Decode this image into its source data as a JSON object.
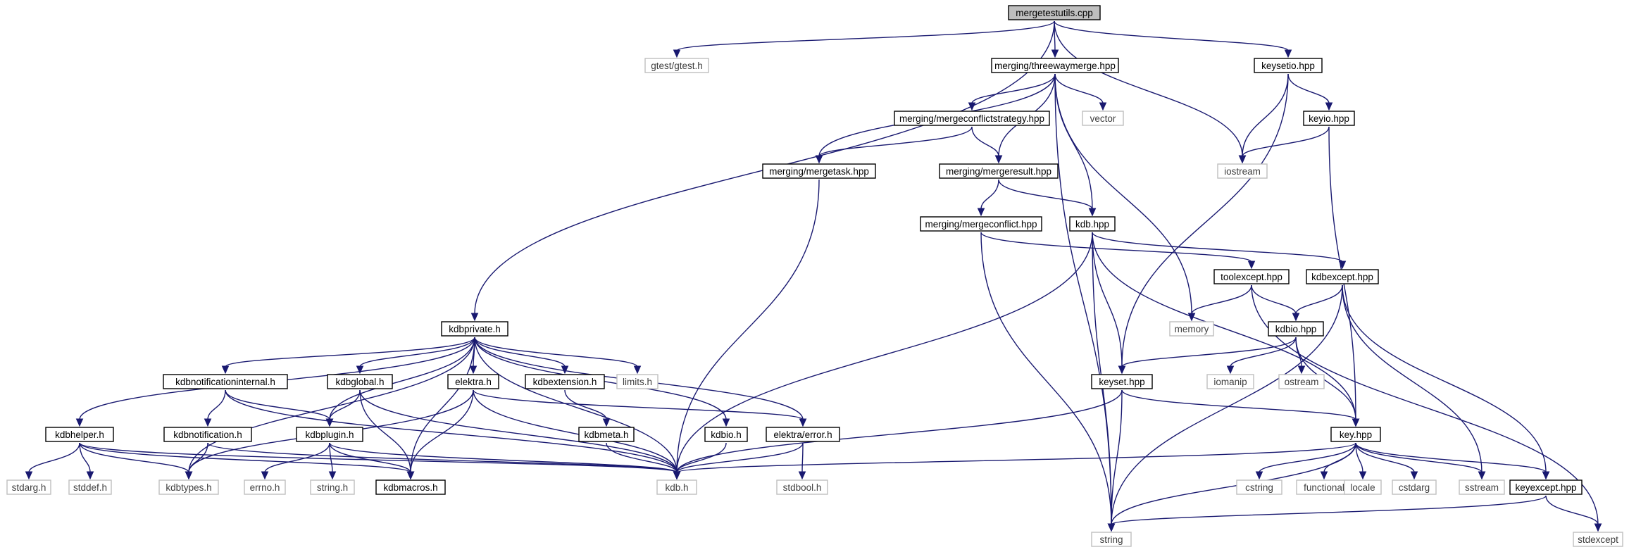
{
  "diagram": {
    "type": "include-dependency-graph",
    "colors": {
      "edge": "#191970",
      "root_fill": "#bfbfbf",
      "local_border": "#000000",
      "system_border": "#bfbfbf"
    },
    "nodes": [
      {
        "id": "root",
        "label": "mergetestutils.cpp",
        "kind": "root"
      },
      {
        "id": "gtest",
        "label": "gtest/gtest.h",
        "kind": "system"
      },
      {
        "id": "threeway",
        "label": "merging/threewaymerge.hpp",
        "kind": "local"
      },
      {
        "id": "keysetio",
        "label": "keysetio.hpp",
        "kind": "local"
      },
      {
        "id": "mcstrat",
        "label": "merging/mergeconflictstrategy.hpp",
        "kind": "local"
      },
      {
        "id": "vector",
        "label": "vector",
        "kind": "system"
      },
      {
        "id": "keyio",
        "label": "keyio.hpp",
        "kind": "local"
      },
      {
        "id": "mergetask",
        "label": "merging/mergetask.hpp",
        "kind": "local"
      },
      {
        "id": "mergeresult",
        "label": "merging/mergeresult.hpp",
        "kind": "local"
      },
      {
        "id": "iostream",
        "label": "iostream",
        "kind": "system"
      },
      {
        "id": "mergeconflict",
        "label": "merging/mergeconflict.hpp",
        "kind": "local"
      },
      {
        "id": "kdbhpp",
        "label": "kdb.hpp",
        "kind": "local"
      },
      {
        "id": "toolexcept",
        "label": "toolexcept.hpp",
        "kind": "local"
      },
      {
        "id": "kdbexcept",
        "label": "kdbexcept.hpp",
        "kind": "local"
      },
      {
        "id": "kdbprivate",
        "label": "kdbprivate.h",
        "kind": "local"
      },
      {
        "id": "memory",
        "label": "memory",
        "kind": "system"
      },
      {
        "id": "kdbiohpp",
        "label": "kdbio.hpp",
        "kind": "local"
      },
      {
        "id": "kdbnotifint",
        "label": "kdbnotificationinternal.h",
        "kind": "local"
      },
      {
        "id": "kdbglobal",
        "label": "kdbglobal.h",
        "kind": "local"
      },
      {
        "id": "elektra",
        "label": "elektra.h",
        "kind": "local"
      },
      {
        "id": "kdbextension",
        "label": "kdbextension.h",
        "kind": "local"
      },
      {
        "id": "limits",
        "label": "limits.h",
        "kind": "system"
      },
      {
        "id": "keyset",
        "label": "keyset.hpp",
        "kind": "local"
      },
      {
        "id": "iomanip",
        "label": "iomanip",
        "kind": "system"
      },
      {
        "id": "ostream",
        "label": "ostream",
        "kind": "system"
      },
      {
        "id": "kdbhelper",
        "label": "kdbhelper.h",
        "kind": "local"
      },
      {
        "id": "kdbnotif",
        "label": "kdbnotification.h",
        "kind": "local"
      },
      {
        "id": "kdbplugin",
        "label": "kdbplugin.h",
        "kind": "local"
      },
      {
        "id": "kdbmeta",
        "label": "kdbmeta.h",
        "kind": "local"
      },
      {
        "id": "kdbioh",
        "label": "kdbio.h",
        "kind": "local"
      },
      {
        "id": "errorh",
        "label": "elektra/error.h",
        "kind": "local"
      },
      {
        "id": "keyhpp",
        "label": "key.hpp",
        "kind": "local"
      },
      {
        "id": "stdarg",
        "label": "stdarg.h",
        "kind": "system"
      },
      {
        "id": "stddef",
        "label": "stddef.h",
        "kind": "system"
      },
      {
        "id": "kdbtypes",
        "label": "kdbtypes.h",
        "kind": "system"
      },
      {
        "id": "errno",
        "label": "errno.h",
        "kind": "system"
      },
      {
        "id": "stringh",
        "label": "string.h",
        "kind": "system"
      },
      {
        "id": "kdbmacros",
        "label": "kdbmacros.h",
        "kind": "local"
      },
      {
        "id": "kdbh",
        "label": "kdb.h",
        "kind": "system"
      },
      {
        "id": "stdbool",
        "label": "stdbool.h",
        "kind": "system"
      },
      {
        "id": "cstring",
        "label": "cstring",
        "kind": "system"
      },
      {
        "id": "functional",
        "label": "functional",
        "kind": "system"
      },
      {
        "id": "locale",
        "label": "locale",
        "kind": "system"
      },
      {
        "id": "cstdarg",
        "label": "cstdarg",
        "kind": "system"
      },
      {
        "id": "sstream",
        "label": "sstream",
        "kind": "system"
      },
      {
        "id": "keyexcept",
        "label": "keyexcept.hpp",
        "kind": "local"
      },
      {
        "id": "string",
        "label": "string",
        "kind": "system"
      },
      {
        "id": "stdexcept",
        "label": "stdexcept",
        "kind": "system"
      }
    ],
    "edges": [
      [
        "root",
        "gtest"
      ],
      [
        "root",
        "threeway"
      ],
      [
        "root",
        "keysetio"
      ],
      [
        "root",
        "iostream"
      ],
      [
        "root",
        "kdbprivate"
      ],
      [
        "threeway",
        "mcstrat"
      ],
      [
        "threeway",
        "vector"
      ],
      [
        "threeway",
        "mergetask"
      ],
      [
        "threeway",
        "mergeresult"
      ],
      [
        "threeway",
        "kdbhpp"
      ],
      [
        "threeway",
        "memory"
      ],
      [
        "threeway",
        "string"
      ],
      [
        "keysetio",
        "keyio"
      ],
      [
        "keysetio",
        "iostream"
      ],
      [
        "keysetio",
        "keyset"
      ],
      [
        "keyio",
        "iostream"
      ],
      [
        "keyio",
        "keyhpp"
      ],
      [
        "mcstrat",
        "mergetask"
      ],
      [
        "mcstrat",
        "mergeresult"
      ],
      [
        "mergetask",
        "kdbh"
      ],
      [
        "mergeresult",
        "mergeconflict"
      ],
      [
        "mergeresult",
        "kdbhpp"
      ],
      [
        "mergeconflict",
        "toolexcept"
      ],
      [
        "mergeconflict",
        "string"
      ],
      [
        "kdbhpp",
        "kdbexcept"
      ],
      [
        "kdbhpp",
        "keyset"
      ],
      [
        "kdbhpp",
        "keyhpp"
      ],
      [
        "kdbhpp",
        "kdbh"
      ],
      [
        "kdbhpp",
        "string"
      ],
      [
        "toolexcept",
        "memory"
      ],
      [
        "toolexcept",
        "kdbiohpp"
      ],
      [
        "toolexcept",
        "stdexcept"
      ],
      [
        "kdbexcept",
        "kdbiohpp"
      ],
      [
        "kdbexcept",
        "keyexcept"
      ],
      [
        "kdbexcept",
        "string"
      ],
      [
        "kdbexcept",
        "sstream"
      ],
      [
        "kdbiohpp",
        "keyset"
      ],
      [
        "kdbiohpp",
        "iomanip"
      ],
      [
        "kdbiohpp",
        "ostream"
      ],
      [
        "kdbiohpp",
        "keyhpp"
      ],
      [
        "keyset",
        "keyhpp"
      ],
      [
        "keyset",
        "kdbh"
      ],
      [
        "keyset",
        "string"
      ],
      [
        "kdbprivate",
        "kdbhelper"
      ],
      [
        "kdbprivate",
        "kdbtypes"
      ],
      [
        "kdbprivate",
        "kdbnotifint"
      ],
      [
        "kdbprivate",
        "kdbplugin"
      ],
      [
        "kdbprivate",
        "kdbglobal"
      ],
      [
        "kdbprivate",
        "kdbmacros"
      ],
      [
        "kdbprivate",
        "elektra"
      ],
      [
        "kdbprivate",
        "kdbextension"
      ],
      [
        "kdbprivate",
        "limits"
      ],
      [
        "kdbprivate",
        "kdbh"
      ],
      [
        "kdbprivate",
        "kdbioh"
      ],
      [
        "kdbprivate",
        "errorh"
      ],
      [
        "kdbnotifint",
        "kdbnotif"
      ],
      [
        "kdbnotifint",
        "kdbplugin"
      ],
      [
        "kdbnotifint",
        "kdbh"
      ],
      [
        "kdbglobal",
        "kdbplugin"
      ],
      [
        "kdbglobal",
        "kdbmacros"
      ],
      [
        "kdbglobal",
        "kdbh"
      ],
      [
        "elektra",
        "kdbtypes"
      ],
      [
        "elektra",
        "kdbmacros"
      ],
      [
        "elektra",
        "kdbh"
      ],
      [
        "elektra",
        "errorh"
      ],
      [
        "kdbextension",
        "kdbmeta"
      ],
      [
        "kdbhelper",
        "stdarg"
      ],
      [
        "kdbhelper",
        "stddef"
      ],
      [
        "kdbhelper",
        "kdbtypes"
      ],
      [
        "kdbhelper",
        "kdbmacros"
      ],
      [
        "kdbhelper",
        "kdbh"
      ],
      [
        "kdbnotif",
        "kdbtypes"
      ],
      [
        "kdbnotif",
        "kdbh"
      ],
      [
        "kdbplugin",
        "errno"
      ],
      [
        "kdbplugin",
        "stringh"
      ],
      [
        "kdbplugin",
        "kdbmacros"
      ],
      [
        "kdbplugin",
        "kdbh"
      ],
      [
        "kdbmeta",
        "kdbh"
      ],
      [
        "kdbioh",
        "kdbh"
      ],
      [
        "errorh",
        "kdbh"
      ],
      [
        "errorh",
        "stdbool"
      ],
      [
        "keyhpp",
        "kdbh"
      ],
      [
        "keyhpp",
        "cstring"
      ],
      [
        "keyhpp",
        "functional"
      ],
      [
        "keyhpp",
        "locale"
      ],
      [
        "keyhpp",
        "cstdarg"
      ],
      [
        "keyhpp",
        "sstream"
      ],
      [
        "keyhpp",
        "keyexcept"
      ],
      [
        "keyhpp",
        "string"
      ],
      [
        "keyexcept",
        "string"
      ],
      [
        "keyexcept",
        "stdexcept"
      ]
    ]
  }
}
